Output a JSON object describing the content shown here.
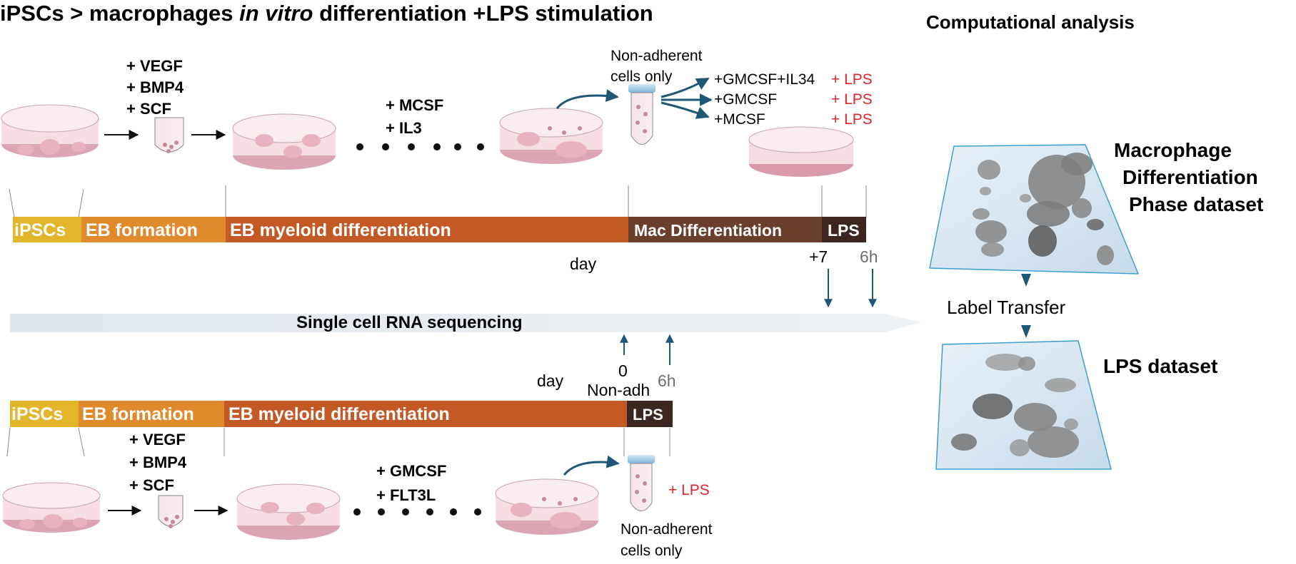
{
  "title": {
    "part1": "iPSCs > macrophages ",
    "part2": "in vitro",
    "part3": " differentiation +LPS stimulation"
  },
  "computational": {
    "heading": "Computational analysis",
    "dataset1_line1": "Macrophage",
    "dataset1_line2": "Differentiation",
    "dataset1_line3": "Phase dataset",
    "label_transfer": "Label Transfer",
    "dataset2": "LPS dataset"
  },
  "top": {
    "factors1": [
      "+ VEGF",
      "+ BMP4",
      "+ SCF"
    ],
    "factors2": [
      "+ MCSF",
      "+ IL3"
    ],
    "non_adherent_line1": "Non-adherent",
    "non_adherent_line2": "cells only",
    "conditions": [
      {
        "label": "+GMCSF+IL34",
        "lps": "+ LPS"
      },
      {
        "label": "+GMCSF",
        "lps": "+ LPS"
      },
      {
        "label": "+MCSF",
        "lps": "+ LPS"
      }
    ],
    "timeline": {
      "seg1": "iPSCs",
      "seg2": "EB formation",
      "seg3": "EB myeloid differentiation",
      "seg4": "Mac Differentiation",
      "seg5": "LPS"
    },
    "day_label": "day",
    "tp1": "+7",
    "tp2": "6h"
  },
  "sequencing": "Single cell RNA sequencing",
  "bottom": {
    "tp1": "0",
    "tp2": "6h",
    "day_label": "day",
    "non_adh": "Non-adh",
    "timeline": {
      "seg1": "iPSCs",
      "seg2": "EB formation",
      "seg3": "EB myeloid differentiation",
      "seg4": "LPS"
    },
    "factors1": [
      "+ VEGF",
      "+ BMP4",
      "+ SCF"
    ],
    "factors2": [
      "+ GMCSF",
      "+ FLT3L"
    ],
    "lps": "+ LPS",
    "non_adherent_line1": "Non-adherent",
    "non_adherent_line2": "cells only"
  },
  "colors": {
    "ipsc": "#e2b52a",
    "eb_formation": "#df8a2c",
    "eb_myeloid": "#c35a26",
    "mac_diff": "#6a3f2c",
    "lps_seg": "#3b2620",
    "seq_band": "#dde6ec",
    "arrow_blue": "#1f5777",
    "lps_red": "#e0242c"
  }
}
